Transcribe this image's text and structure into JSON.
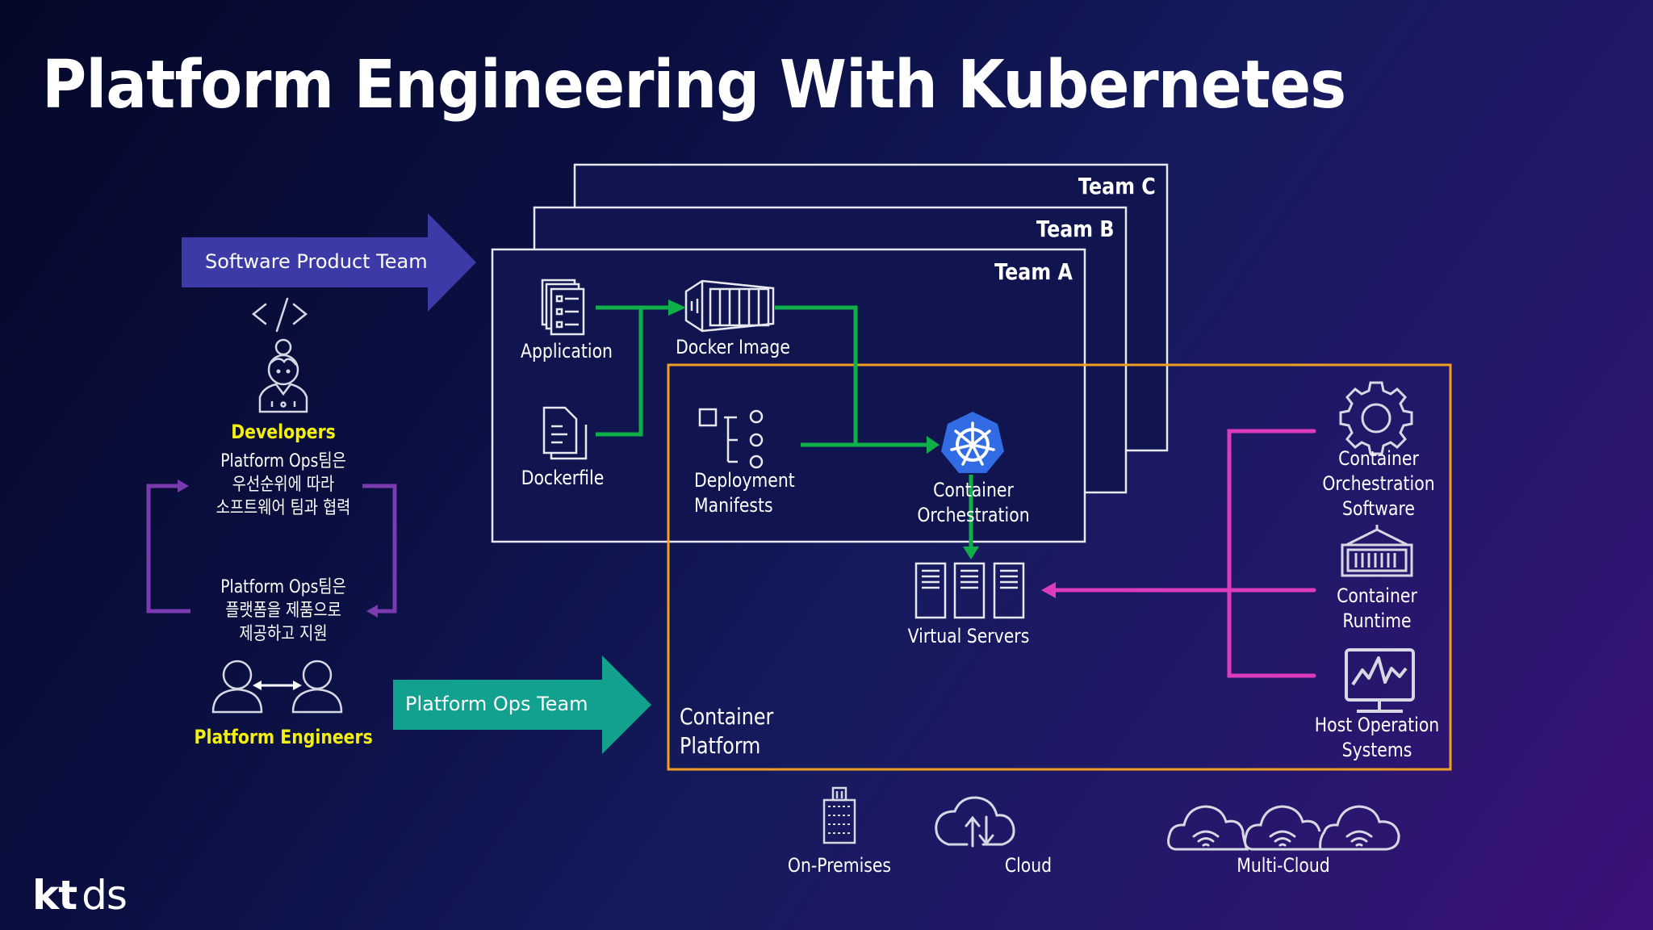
{
  "slide": {
    "title": "Platform Engineering With Kubernetes",
    "logo": {
      "kt": "kt",
      "ds": "ds"
    }
  },
  "colors": {
    "background_start": "#05082a",
    "background_end": "#3d1178",
    "software_arrow": "#3b3aa6",
    "platform_arrow": "#12a08f",
    "team_box_border": "#e8e8f0",
    "team_box_fill": "#10154f",
    "platform_box_border": "#f0a020",
    "flow_green": "#0fb04a",
    "flow_magenta": "#dd3bbf",
    "bracket_purple": "#7a3ab0",
    "highlight_yellow": "#f4f00a",
    "kubernetes_blue": "#326ce5",
    "icon_stroke": "#d8d8e4"
  },
  "left_panel": {
    "software_arrow_label": "Software Product Team",
    "code_icon_text": "</>",
    "developers_label": "Developers",
    "collab_text": [
      "Platform Ops팀은",
      "우선순위에 따라",
      "소프트웨어 팀과 협력"
    ],
    "support_text": [
      "Platform Ops팀은",
      "플랫폼을 제품으로",
      "제공하고 지원"
    ],
    "engineers_label": "Platform Engineers",
    "platform_arrow_label": "Platform Ops Team"
  },
  "teams": [
    {
      "label": "Team C"
    },
    {
      "label": "Team B"
    },
    {
      "label": "Team A"
    }
  ],
  "team_a_items": {
    "application": "Application",
    "dockerfile": "Dockerfile",
    "docker_image": "Docker Image",
    "deployment_manifests": [
      "Deployment",
      "Manifests"
    ],
    "container_orchestration": [
      "Container",
      "Orchestration"
    ]
  },
  "platform": {
    "label": [
      "Container",
      "Platform"
    ],
    "virtual_servers": "Virtual Servers",
    "components": [
      {
        "icon": "gear-icon",
        "label": [
          "Container",
          "Orchestration",
          "Software"
        ]
      },
      {
        "icon": "container-runtime-icon",
        "label": [
          "Container",
          "Runtime"
        ]
      },
      {
        "icon": "host-os-icon",
        "label": [
          "Host Operation",
          "Systems"
        ]
      }
    ]
  },
  "environments": [
    {
      "icon": "building-icon",
      "label": "On-Premises"
    },
    {
      "icon": "cloud-sync-icon",
      "label": "Cloud"
    },
    {
      "icon": "multi-cloud-icon",
      "label": "Multi-Cloud"
    }
  ]
}
